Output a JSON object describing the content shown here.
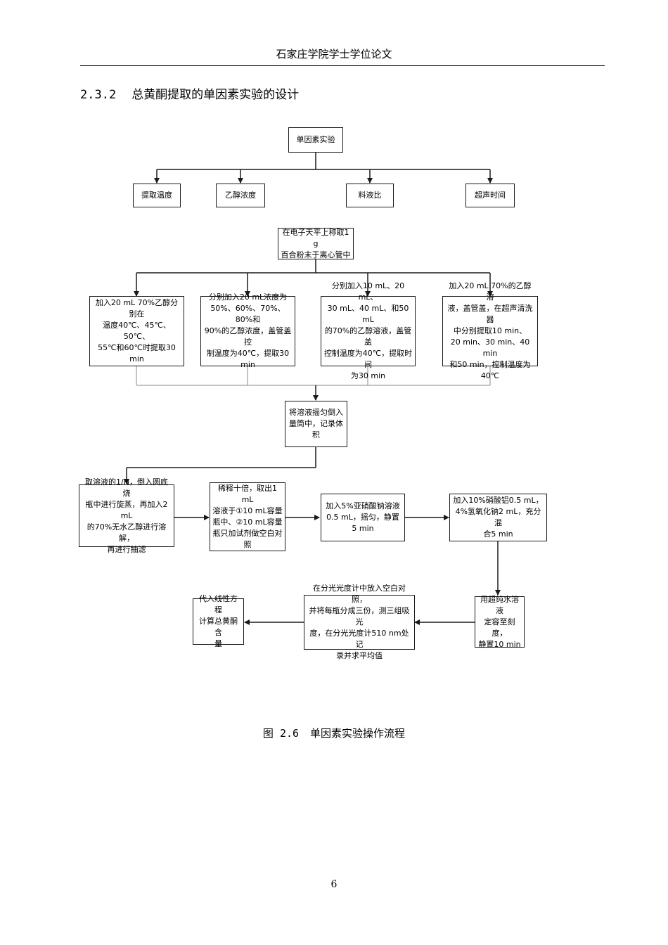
{
  "header": {
    "title": "石家庄学院学士学位论文"
  },
  "section": {
    "number": "2.3.2",
    "title": "总黄酮提取的单因素实验的设计"
  },
  "flowchart": {
    "root": "单因素实验",
    "factors": [
      "提取温度",
      "乙醇浓度",
      "料液比",
      "超声时间"
    ],
    "weigh": "在电子天平上称取1 g\n百合粉末于离心管中",
    "conditions": [
      "加入20 mL 70%乙醇分别在\n温度40℃、45℃、50℃、\n55℃和60℃时提取30 min",
      "分别加入20 mL浓度为\n50%、60%、70%、80%和\n90%的乙醇浓度，盖管盖控\n制温度为40℃，提取30 min",
      "分别加入10 mL、20 mL、\n30 mL、40 mL、和50 mL\n的70%的乙醇溶液，盖管盖\n控制温度为40℃，提取时间\n为30 min",
      "加入20 mL 70%的乙醇溶\n液，盖管盖，在超声清洗器\n中分别提取10 min、\n20 min、30 min、40 min\n和50 min，控制温度为40℃"
    ],
    "shake": "将溶液摇匀倒入\n量筒中，记录体\n积",
    "evaporate": "取溶液的1/N，倒入圆底烧\n瓶中进行旋蒸，再加入2 mL\n的70%无水乙醇进行溶解，\n再进行抽滤",
    "dilute": "稀释十倍，取出1 mL\n溶液于①10 mL容量\n瓶中、②10 mL容量\n瓶只加试剂做空白对\n照",
    "nitrite": "加入5%亚硝酸钠溶液\n0.5 mL，摇匀，静置\n5 min",
    "aluminum": "加入10%硝酸铝0.5 mL，\n4%氢氧化钠2 mL，充分混\n合5 min",
    "volume": "用超纯水溶液\n定容至刻度，\n静置10 min",
    "measure": "在分光光度计中放入空白对照，\n并将每瓶分成三份，测三组吸光\n度，在分光光度计510 nm处记\n录并求平均值",
    "calc": "代入线性方程\n计算总黄酮含\n量"
  },
  "caption": {
    "number": "图 2.6",
    "title": "单因素实验操作流程"
  },
  "page_number": "6",
  "colors": {
    "line": "#1a1a1a",
    "bracket": "#888888"
  }
}
